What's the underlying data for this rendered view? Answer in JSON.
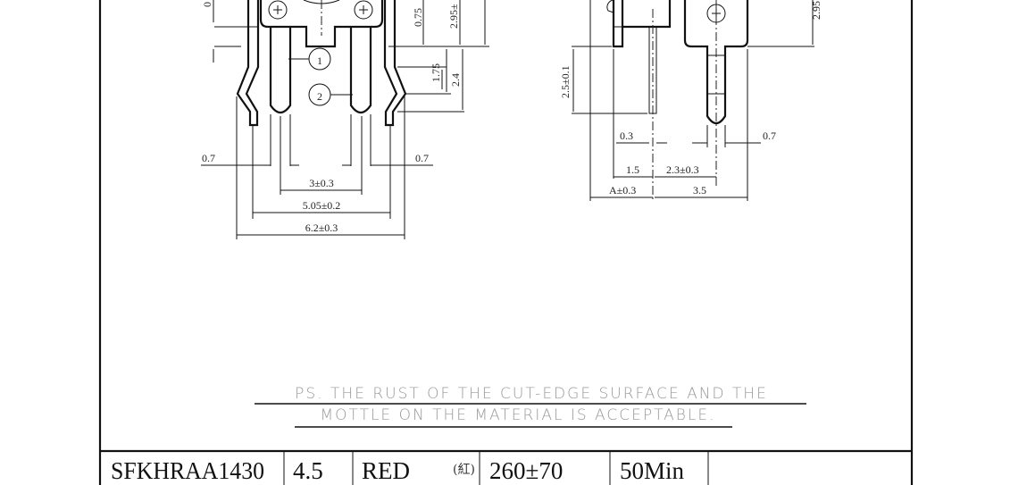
{
  "front_view": {
    "dims": {
      "top_cut": "0",
      "d075": "0.75",
      "d295": "2.95±",
      "d175": "1.75",
      "d24": "2.4",
      "left07": "0.7",
      "right07": "0.7",
      "pitch": "3±0.3",
      "inner_width": "5.05±0.2",
      "outer_width": "6.2±0.3"
    },
    "callouts": [
      "1",
      "2"
    ]
  },
  "side_view": {
    "dims": {
      "height": "2.5±0.1",
      "d03": "0.3",
      "d07": "0.7",
      "d15": "1.5",
      "d23": "2.3±0.3",
      "dA": "A±0.3",
      "d35": "3.5",
      "d295": "2.95"
    }
  },
  "note": {
    "line1": "PS. THE RUST OF THE CUT-EDGE SURFACE AND THE",
    "line2": "MOTTLE ON THE MATERIAL IS ACCEPTABLE."
  },
  "table": {
    "part_no": "SFKHRAA1430",
    "size": "4.5",
    "color": "RED",
    "color_cn": "(紅)",
    "force": "260±70",
    "life": "50Min"
  }
}
